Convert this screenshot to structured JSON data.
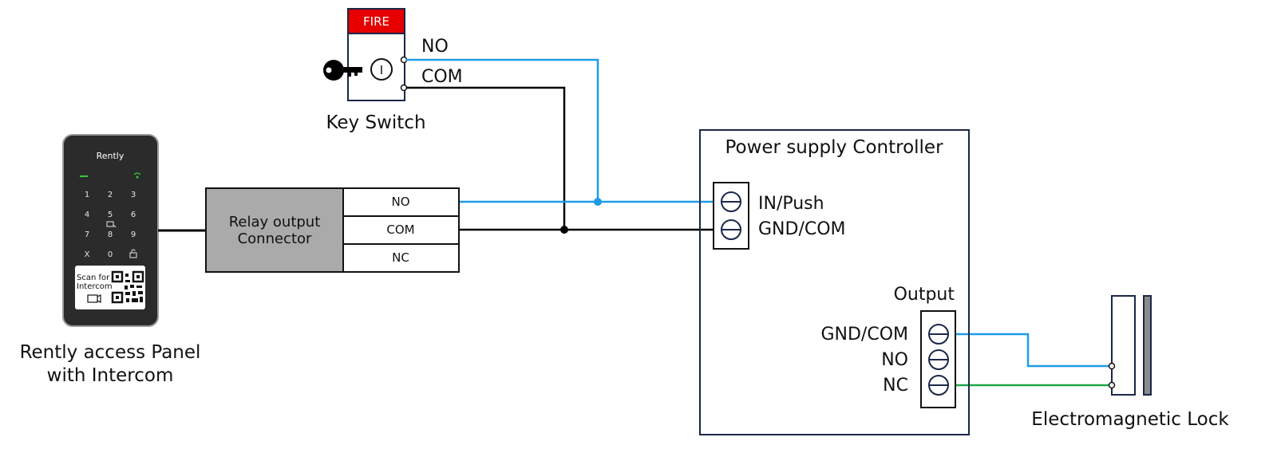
{
  "colors": {
    "wire_blue": "#1E9BE8",
    "wire_black": "#000000",
    "wire_green": "#1BA84A",
    "fire_red": "#E60000",
    "box_navy": "#1B2748",
    "relay_gray": "#AAAAAA",
    "panel_dark": "#2B2B2B"
  },
  "key_switch": {
    "fire_label": "FIRE",
    "caption": "Key Switch",
    "symbol": "I",
    "no_label": "NO",
    "com_label": "COM",
    "key_icon": "key-icon"
  },
  "access_panel": {
    "brand": "Rently",
    "keys": [
      "1",
      "2",
      "3",
      "4",
      "5",
      "6",
      "7",
      "8",
      "9",
      "X",
      "0"
    ],
    "scan_line1": "Scan for",
    "scan_line2": "Intercom",
    "caption_line1": "Rently access Panel",
    "caption_line2": "with Intercom",
    "icons": [
      "status-led-icon",
      "wifi-icon",
      "nfc-card-icon",
      "lock-icon",
      "camera-icon",
      "qr-code-icon"
    ]
  },
  "relay": {
    "title_line1": "Relay output",
    "title_line2": "Connector",
    "terminals": [
      "NO",
      "COM",
      "NC"
    ]
  },
  "controller": {
    "title": "Power supply Controller",
    "input_terminals": [
      "IN/Push",
      "GND/COM"
    ],
    "output_title": "Output",
    "output_terminals": [
      "GND/COM",
      "NO",
      "NC"
    ]
  },
  "lock": {
    "caption": "Electromagnetic Lock"
  }
}
